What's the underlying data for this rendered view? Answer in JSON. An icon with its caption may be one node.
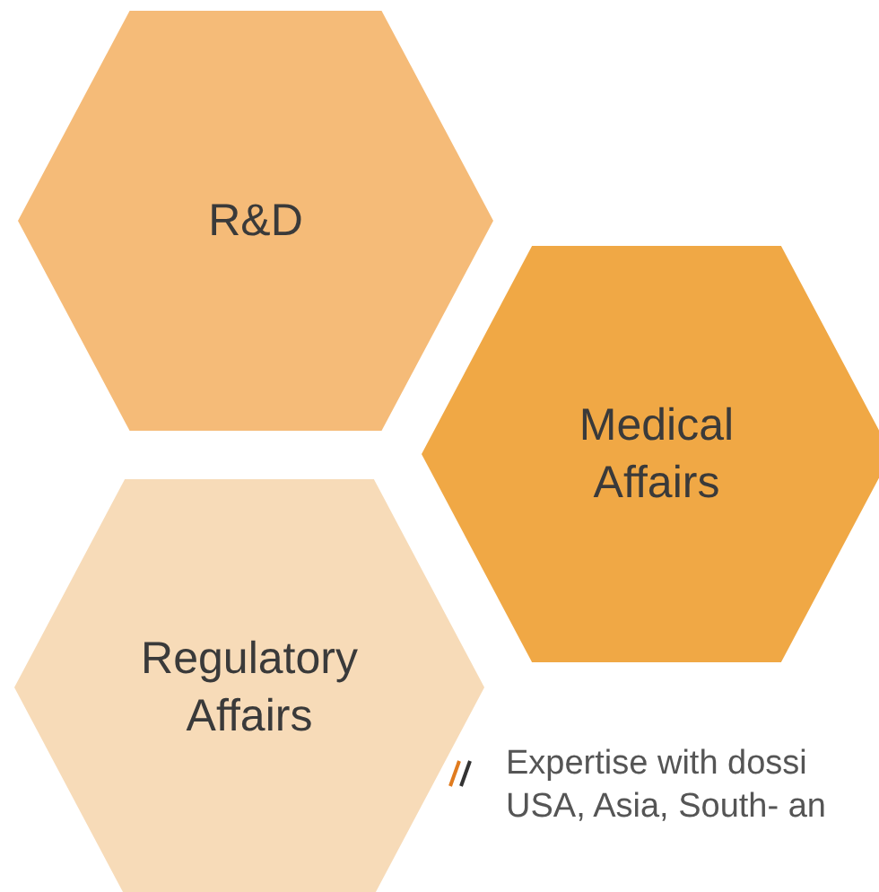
{
  "diagram": {
    "nodes": [
      {
        "text": [
          "R&D"
        ]
      },
      {
        "text": [
          "Medical Affairs"
        ]
      },
      {
        "text": [
          "Regulatory Affairs"
        ]
      }
    ],
    "labels": [
      "Expertise with dossi USA, Asia, South- an"
    ]
  }
}
